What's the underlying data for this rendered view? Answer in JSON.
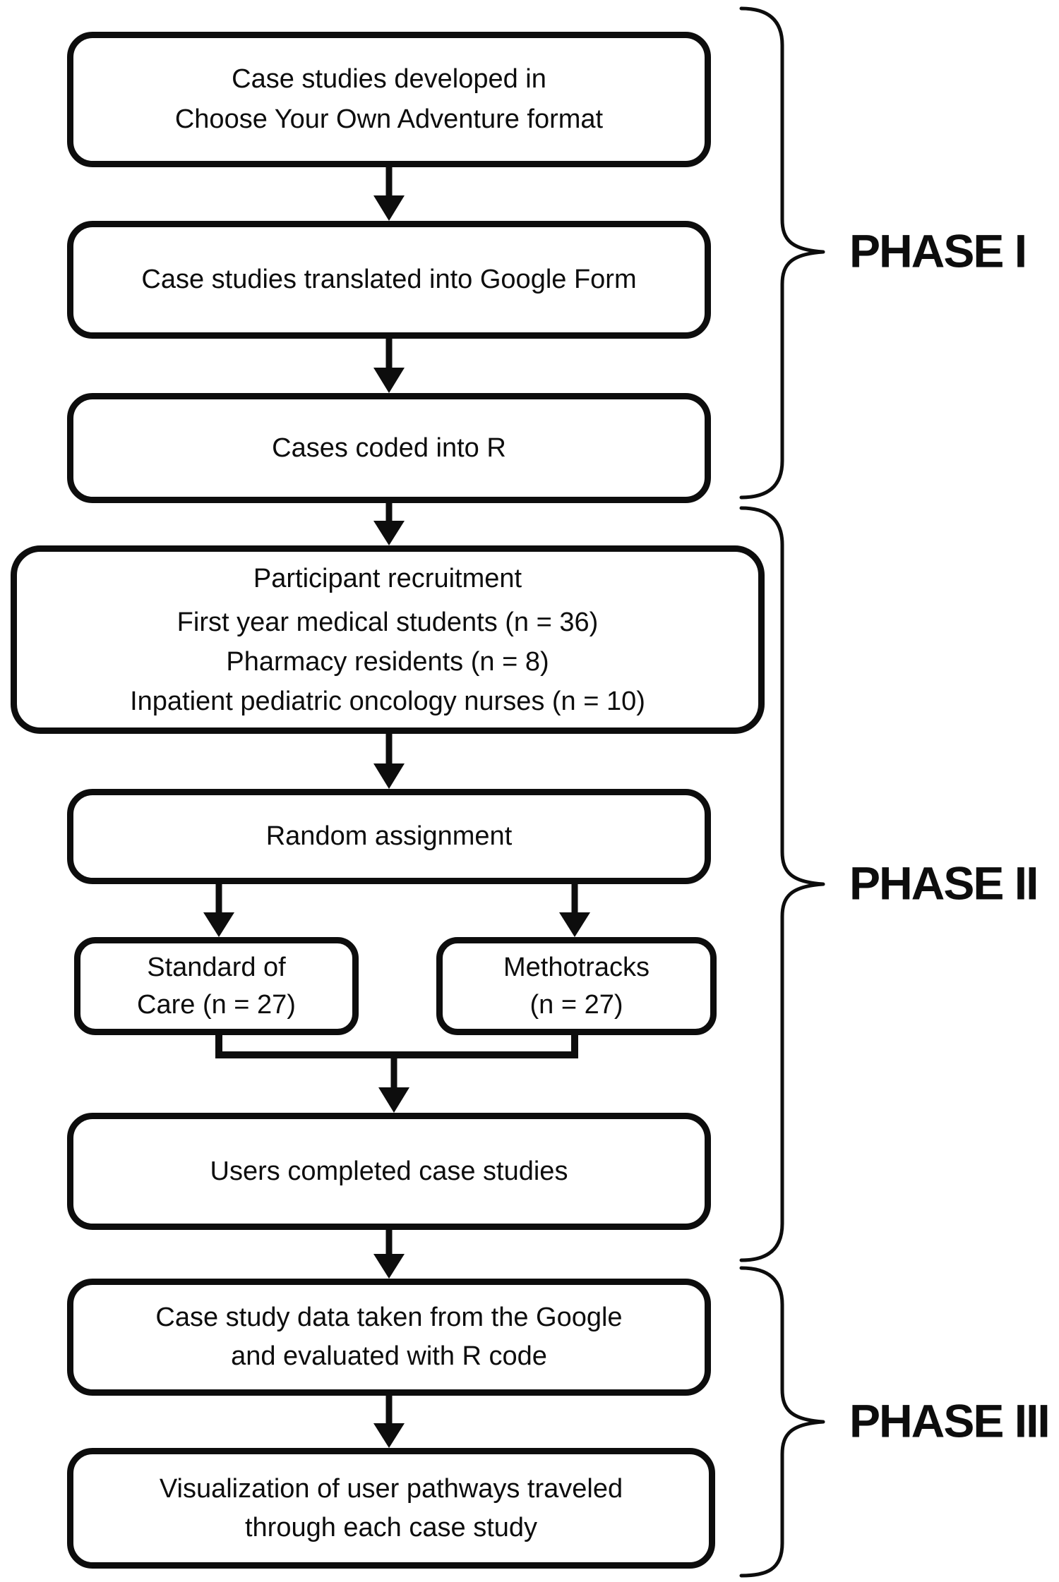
{
  "diagram": {
    "type": "flowchart",
    "background_color": "#ffffff",
    "line_color": "#0d0d0d",
    "boxes": [
      {
        "name": "case-studies-developed",
        "lines": [
          "Case studies developed in",
          "Choose Your Own Adventure format"
        ]
      },
      {
        "name": "translated-google-form",
        "lines": [
          "Case studies translated into Google Form"
        ]
      },
      {
        "name": "cases-coded-r",
        "lines": [
          "Cases coded into R"
        ]
      },
      {
        "name": "participant-recruitment",
        "lines": [
          "Participant recruitment",
          "First year medical students (n = 36)",
          "Pharmacy residents (n = 8)",
          "Inpatient pediatric oncology nurses (n = 10)"
        ]
      },
      {
        "name": "random-assignment",
        "lines": [
          "Random assignment"
        ]
      },
      {
        "name": "standard-of-care",
        "lines": [
          "Standard of",
          "Care (n = 27)"
        ]
      },
      {
        "name": "methotracks",
        "lines": [
          "Methotracks",
          "(n = 27)"
        ]
      },
      {
        "name": "users-completed",
        "lines": [
          "Users completed case studies"
        ]
      },
      {
        "name": "data-evaluated",
        "lines": [
          "Case study data taken from the Google",
          "and evaluated with R code"
        ]
      },
      {
        "name": "visualization",
        "lines": [
          "Visualization of user pathways traveled",
          "through each case study"
        ]
      }
    ],
    "phases": [
      {
        "label": "PHASE I"
      },
      {
        "label": "PHASE II"
      },
      {
        "label": "PHASE III"
      }
    ]
  }
}
